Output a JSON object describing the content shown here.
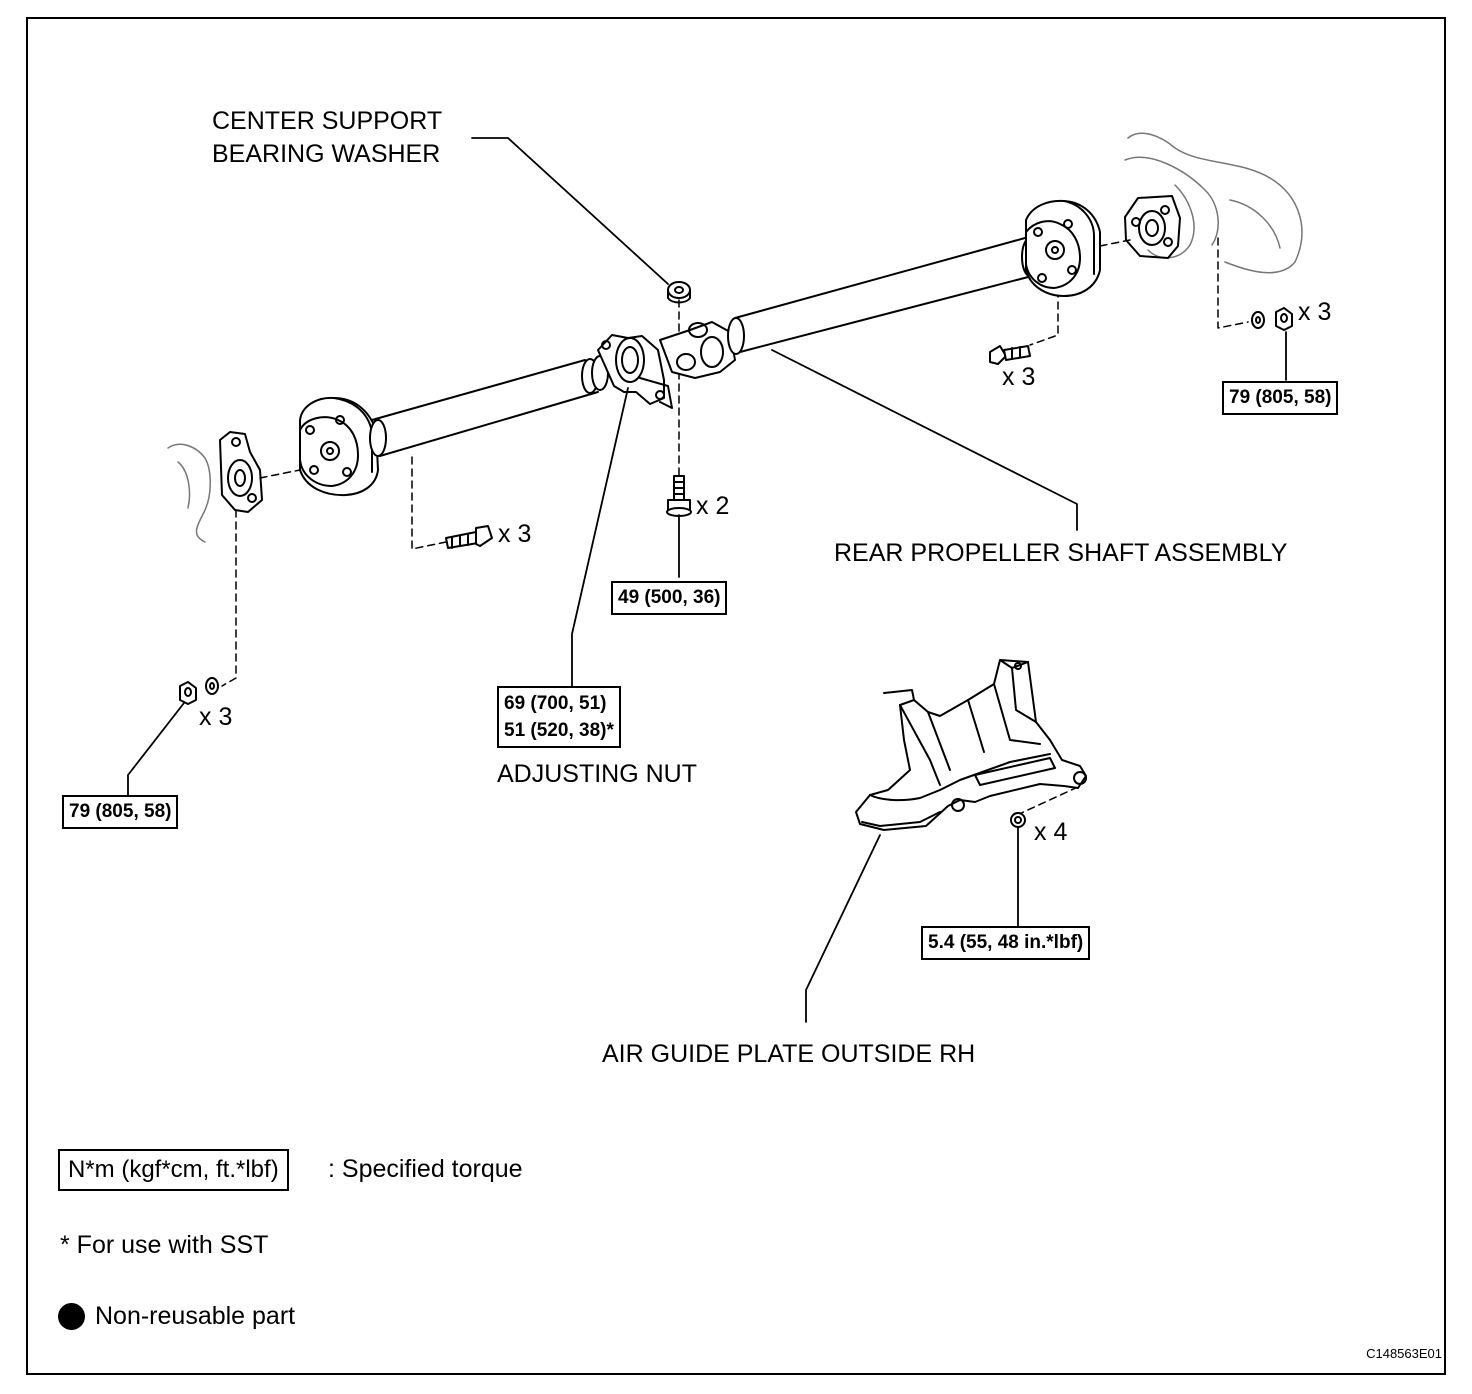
{
  "labels": {
    "center_support_line1": "CENTER SUPPORT",
    "center_support_line2": "BEARING WASHER",
    "rear_shaft": "REAR PROPELLER SHAFT ASSEMBLY",
    "adjusting_nut": "ADJUSTING NUT",
    "air_guide": "AIR GUIDE PLATE OUTSIDE RH"
  },
  "quantities": {
    "right_nuts": "x 3",
    "right_bolts": "x 3",
    "left_bolts": "x 3",
    "center_bolts": "x 2",
    "left_nuts": "x 3",
    "air_guide_nuts": "x 4"
  },
  "torques": {
    "right_flange": "79 (805, 58)",
    "center_support": "49 (500, 36)",
    "adjusting_nut_line1": "69 (700, 51)",
    "adjusting_nut_line2": "51 (520, 38)*",
    "left_flange": "79 (805, 58)",
    "air_guide": "5.4 (55, 48 in.*lbf)"
  },
  "legend": {
    "unit_box": "N*m (kgf*cm, ft.*lbf)",
    "unit_desc": ": Specified torque",
    "sst_note": "* For use with SST",
    "non_reusable": "Non-reusable part"
  },
  "figure_code": "C148563E01"
}
